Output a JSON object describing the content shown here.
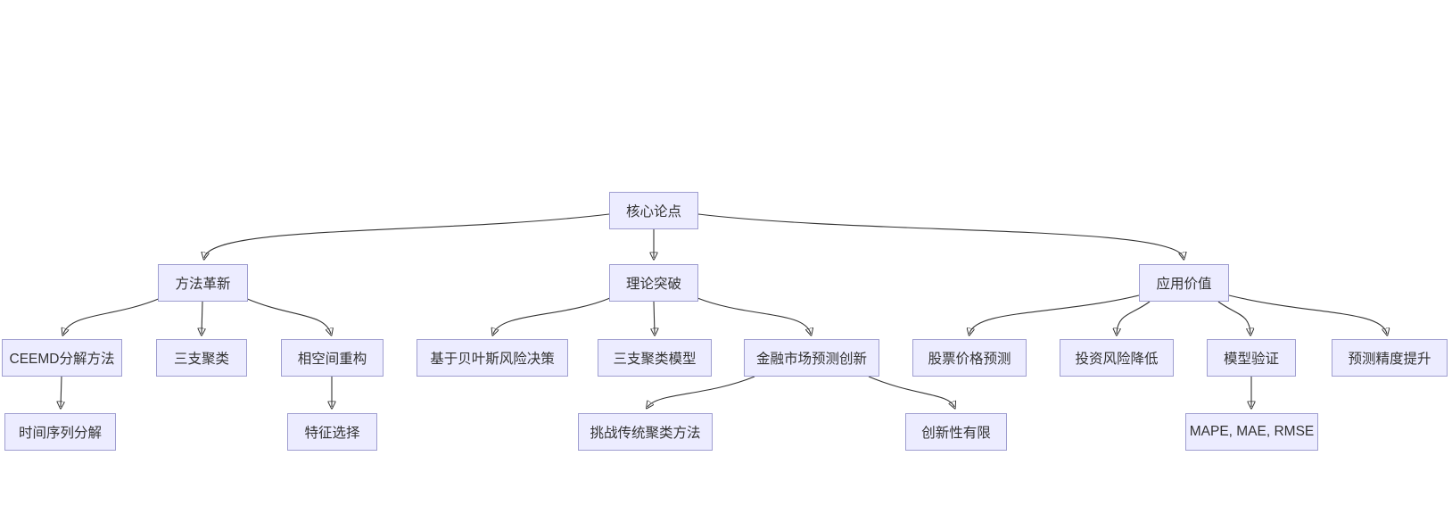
{
  "diagram": {
    "type": "flowchart-top-down",
    "colors": {
      "node_fill": "#ECECFF",
      "node_border": "#9f9ed0",
      "text_color": "#333333",
      "edge_color": "#333333",
      "background": "#ffffff"
    },
    "nodes": {
      "root": {
        "label": "核心论点"
      },
      "method": {
        "label": "方法革新"
      },
      "theory": {
        "label": "理论突破"
      },
      "application": {
        "label": "应用价值"
      },
      "ceemd": {
        "label": "CEEMD分解方法"
      },
      "three_way": {
        "label": "三支聚类"
      },
      "phase_space": {
        "label": "相空间重构"
      },
      "bayes": {
        "label": "基于贝叶斯风险决策"
      },
      "three_way_model": {
        "label": "三支聚类模型"
      },
      "finance_innovation": {
        "label": "金融市场预测创新"
      },
      "stock_prediction": {
        "label": "股票价格预测"
      },
      "risk_reduction": {
        "label": "投资风险降低"
      },
      "model_validation": {
        "label": "模型验证"
      },
      "accuracy_improvement": {
        "label": "预测精度提升"
      },
      "time_series": {
        "label": "时间序列分解"
      },
      "feature_selection": {
        "label": "特征选择"
      },
      "challenge_clustering": {
        "label": "挑战传统聚类方法"
      },
      "limited_innovation": {
        "label": "创新性有限"
      },
      "metrics": {
        "label": "MAPE, MAE, RMSE"
      }
    },
    "edges": [
      {
        "from": "root",
        "to": "method"
      },
      {
        "from": "root",
        "to": "theory"
      },
      {
        "from": "root",
        "to": "application"
      },
      {
        "from": "method",
        "to": "ceemd"
      },
      {
        "from": "method",
        "to": "three_way"
      },
      {
        "from": "method",
        "to": "phase_space"
      },
      {
        "from": "theory",
        "to": "bayes"
      },
      {
        "from": "theory",
        "to": "three_way_model"
      },
      {
        "from": "theory",
        "to": "finance_innovation"
      },
      {
        "from": "application",
        "to": "stock_prediction"
      },
      {
        "from": "application",
        "to": "risk_reduction"
      },
      {
        "from": "application",
        "to": "model_validation"
      },
      {
        "from": "application",
        "to": "accuracy_improvement"
      },
      {
        "from": "ceemd",
        "to": "time_series"
      },
      {
        "from": "phase_space",
        "to": "feature_selection"
      },
      {
        "from": "finance_innovation",
        "to": "challenge_clustering"
      },
      {
        "from": "finance_innovation",
        "to": "limited_innovation"
      },
      {
        "from": "model_validation",
        "to": "metrics"
      }
    ]
  }
}
